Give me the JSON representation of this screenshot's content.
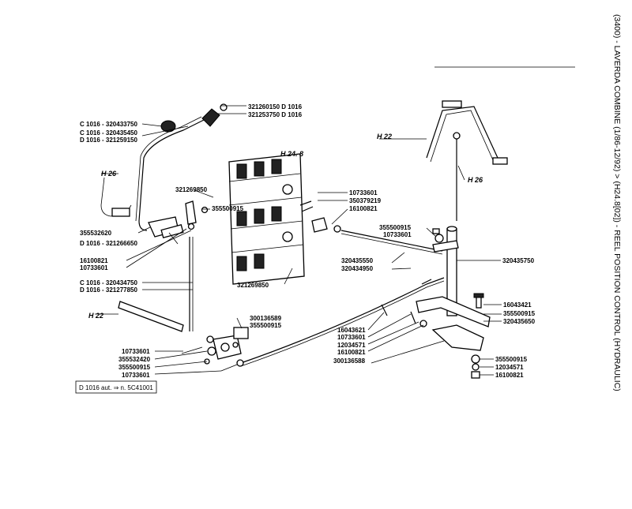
{
  "sidebar_title": "(3400) - LAVERDA COMBINE (1/86-12/92) > (H24.8[02]) - REEL POSITION CONTROL (HYDRAULIC)",
  "footnote": "D 1016 aut. ⇒ n. 5C41001",
  "references": {
    "h26_left": "H 26",
    "h22_left": "H 22",
    "h22_right": "H 22",
    "h26_right": "H 26",
    "h248": "H 24. 8"
  },
  "labels": {
    "c1016_320433750": "C 1016 - 320433750",
    "c1016_320435450": "C 1016 - 320435450",
    "d1016_321259150": "D 1016 - 321259150",
    "p321260150": "321260150 D 1016",
    "p321253750": "321253750 D 1016",
    "p321269850_top": "321269850",
    "p355500915_mid": "355500915",
    "p355532620": "355532620",
    "d1016_321266650": "D 1016 - 321266650",
    "p16100821_left": "16100821",
    "p10733601_left": "10733601",
    "c1016_320434750": "C 1016 - 320434750",
    "d1016_321277850": "D 1016 - 321277850",
    "p321269850_bot": "321269850",
    "p10733601_top": "10733601",
    "p350379219": "350379219",
    "p16100821_top": "16100821",
    "p355500915_r": "355500915",
    "p10733601_r": "10733601",
    "p320435550": "320435550",
    "p320434950": "320434950",
    "p320435750": "320435750",
    "p300136589": "300136589",
    "p355500915_c": "355500915",
    "p16043621": "16043621",
    "p10733601_c": "10733601",
    "p12034571_c": "12034571",
    "p16100821_c": "16100821",
    "p300136588": "300136588",
    "p16043421": "16043421",
    "p355500915_rr": "355500915",
    "p320435650": "320435650",
    "p355500915_br": "355500915",
    "p12034571_br": "12034571",
    "p16100821_br": "16100821",
    "p10733601_bl": "10733601",
    "p355532420": "355532420",
    "p355500915_bl": "355500915",
    "p10733601_bl2": "10733601"
  }
}
